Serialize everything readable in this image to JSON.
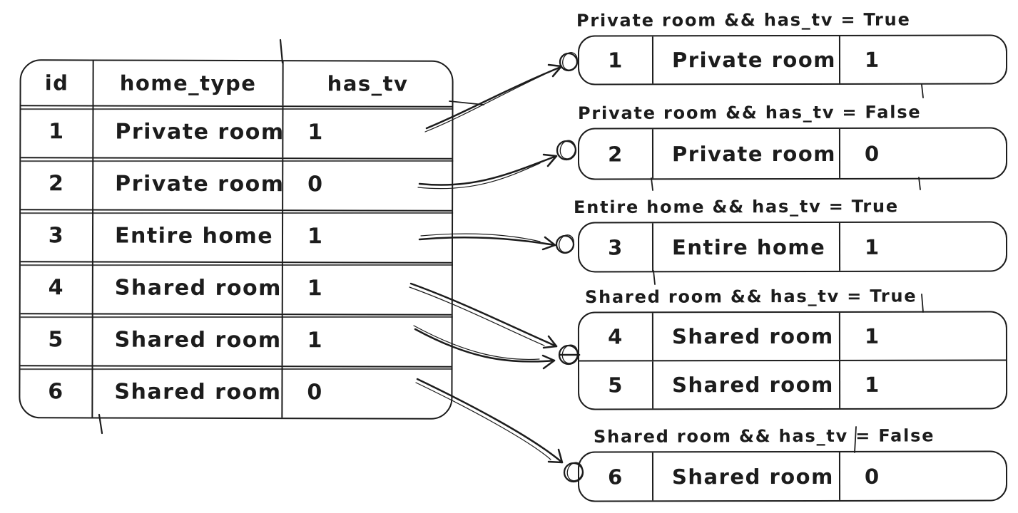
{
  "colors": {
    "ink": "#1c1c1c",
    "background": "#ffffff"
  },
  "table": {
    "columns": [
      {
        "key": "id",
        "label": "id"
      },
      {
        "key": "home_type",
        "label": "home_type"
      },
      {
        "key": "has_tv",
        "label": "has_tv"
      }
    ],
    "rows": [
      {
        "id": "1",
        "home_type": "Private room",
        "has_tv": "1"
      },
      {
        "id": "2",
        "home_type": "Private room",
        "has_tv": "0"
      },
      {
        "id": "3",
        "home_type": "Entire home",
        "has_tv": "1"
      },
      {
        "id": "4",
        "home_type": "Shared room",
        "has_tv": "1"
      },
      {
        "id": "5",
        "home_type": "Shared room",
        "has_tv": "1"
      },
      {
        "id": "6",
        "home_type": "Shared room",
        "has_tv": "0"
      }
    ]
  },
  "groups": [
    {
      "label": "Private room && has_tv = True",
      "rows": [
        {
          "id": "1",
          "home_type": "Private room",
          "has_tv": "1"
        }
      ]
    },
    {
      "label": "Private room && has_tv = False",
      "rows": [
        {
          "id": "2",
          "home_type": "Private room",
          "has_tv": "0"
        }
      ]
    },
    {
      "label": "Entire home && has_tv = True",
      "rows": [
        {
          "id": "3",
          "home_type": "Entire home",
          "has_tv": "1"
        }
      ]
    },
    {
      "label": "Shared room && has_tv = True",
      "rows": [
        {
          "id": "4",
          "home_type": "Shared room",
          "has_tv": "1"
        },
        {
          "id": "5",
          "home_type": "Shared room",
          "has_tv": "1"
        }
      ]
    },
    {
      "label": "Shared room && has_tv = False",
      "rows": [
        {
          "id": "6",
          "home_type": "Shared room",
          "has_tv": "0"
        }
      ]
    }
  ]
}
